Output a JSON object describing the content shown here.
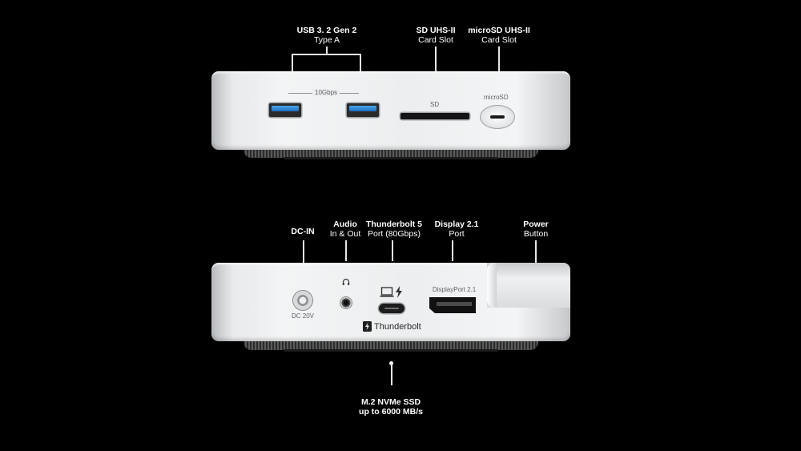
{
  "top_view": {
    "labels": {
      "usb": {
        "title": "USB 3. 2 Gen 2",
        "sub": "Type A"
      },
      "sd": {
        "title": "SD UHS-II",
        "sub": "Card Slot"
      },
      "microsd": {
        "title": "microSD UHS-II",
        "sub": "Card Slot"
      }
    },
    "etched": {
      "usb_speed": "10Gbps",
      "sd": "SD",
      "microsd": "microSD"
    }
  },
  "bottom_view": {
    "labels": {
      "dcin": {
        "title": "DC-IN"
      },
      "audio": {
        "title": "Audio",
        "sub": "In & Out"
      },
      "thunderbolt": {
        "title": "Thunderbolt 5",
        "sub": "Port (80Gbps)"
      },
      "display": {
        "title": "Display 2.1",
        "sub": "Port"
      },
      "power": {
        "title": "Power",
        "sub": "Button"
      },
      "ssd": {
        "title": "M.2 NVMe SSD",
        "sub": "up to 6000 MB/s"
      }
    },
    "etched": {
      "dc": "DC 20V",
      "displayport": "DisplayPort 2.1",
      "thunderbolt_logo": "Thunderbolt"
    }
  },
  "colors": {
    "background": "#000000",
    "usb_accent": "#2f8ad8",
    "chassis": "#eceeef"
  },
  "icons": [
    "headphone-icon",
    "laptop-icon",
    "lightning-icon",
    "thunderbolt-logo-icon"
  ]
}
